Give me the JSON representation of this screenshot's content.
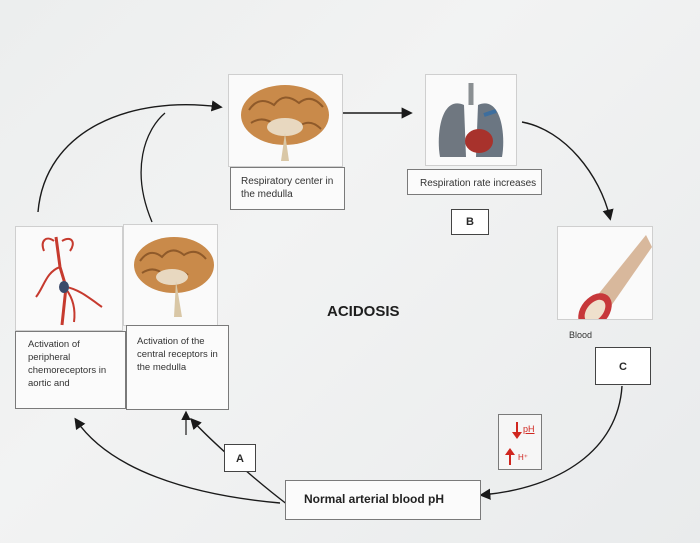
{
  "respiratory_center": "Respiratory center in the medulla",
  "respiration_rate": "Respiration rate increases",
  "label_b": "B",
  "acidosis": "ACIDOSIS",
  "blood": "Blood",
  "label_c": "C",
  "central_receptors": "Activation of the central receptors in the medulla",
  "peripheral": "Activation of peripheral chemoreceptors in aortic and",
  "label_a": "A",
  "normal_ph": "Normal arterial blood pH",
  "ph_label": "pH",
  "h_label": "H⁺",
  "icons": [
    "brain-icon",
    "lungs-icon",
    "blood-vessel-icon",
    "arteries-icon"
  ]
}
